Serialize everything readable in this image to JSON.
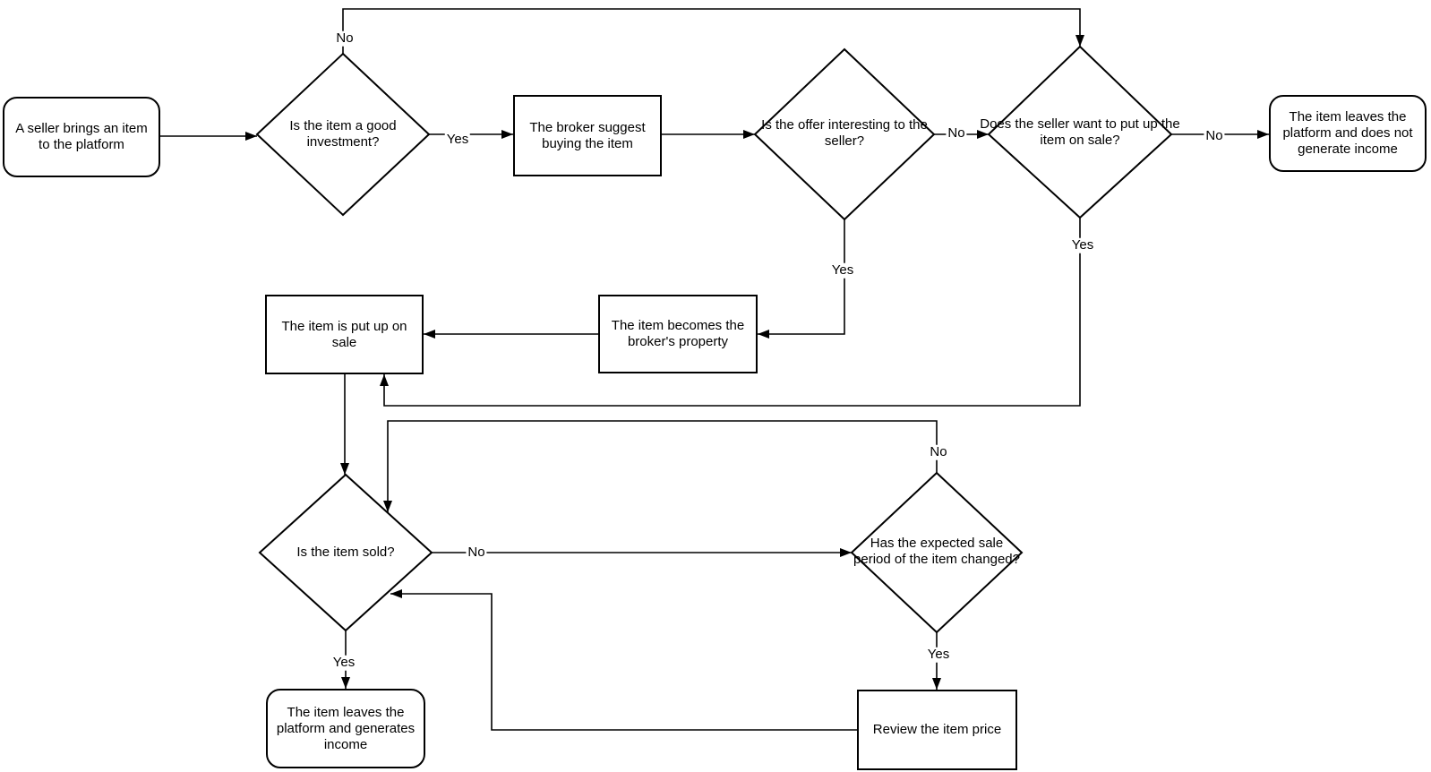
{
  "diagram": {
    "type": "flowchart",
    "nodes": {
      "start": {
        "label": "A seller brings an item to the platform",
        "shape": "terminator"
      },
      "good_investment": {
        "label": "Is the item a good investment?",
        "shape": "decision"
      },
      "broker_suggest": {
        "label": "The broker suggest buying the item",
        "shape": "process"
      },
      "offer_interesting": {
        "label": "Is the offer interesting to the seller?",
        "shape": "decision"
      },
      "seller_want_sale": {
        "label": "Does the seller want to put up the item on sale?",
        "shape": "decision"
      },
      "leaves_no_income": {
        "label": "The item leaves the platform and does not generate income",
        "shape": "terminator"
      },
      "put_up_sale": {
        "label": "The item is put up on sale",
        "shape": "process"
      },
      "broker_property": {
        "label": "The item becomes the broker's property",
        "shape": "process"
      },
      "item_sold": {
        "label": "Is the item sold?",
        "shape": "decision"
      },
      "period_changed": {
        "label": "Has the expected sale period of the item changed?",
        "shape": "decision"
      },
      "leaves_income": {
        "label": "The item leaves the platform and generates income",
        "shape": "terminator"
      },
      "review_price": {
        "label": "Review the item price",
        "shape": "process"
      }
    },
    "edge_labels": {
      "investment_no": "No",
      "investment_yes": "Yes",
      "offer_no": "No",
      "offer_yes": "Yes",
      "want_no": "No",
      "want_yes": "Yes",
      "sold_no": "No",
      "sold_yes": "Yes",
      "period_no": "No",
      "period_yes": "Yes"
    },
    "colors": {
      "stroke": "#000000",
      "fill": "#ffffff",
      "text": "#000000",
      "background": "#ffffff"
    }
  }
}
